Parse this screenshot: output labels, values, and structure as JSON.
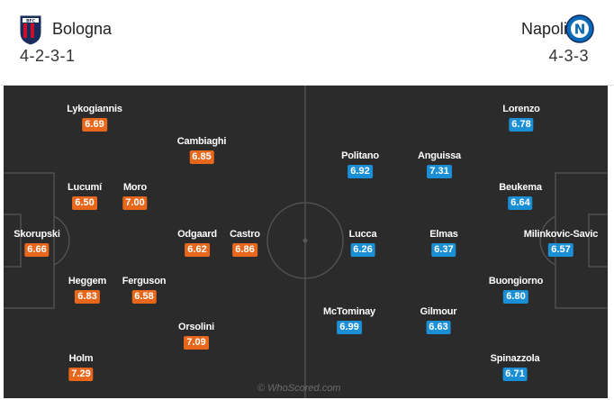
{
  "home": {
    "name": "Bologna",
    "formation": "4-2-3-1",
    "crest": "bologna-crest-icon",
    "color": "#e8671b",
    "players": [
      {
        "name": "Lykogiannis",
        "rating": "6.69"
      },
      {
        "name": "Cambiaghi",
        "rating": "6.85"
      },
      {
        "name": "Lucumí",
        "rating": "6.50"
      },
      {
        "name": "Moro",
        "rating": "7.00"
      },
      {
        "name": "Skorupski",
        "rating": "6.66"
      },
      {
        "name": "Odgaard",
        "rating": "6.62"
      },
      {
        "name": "Castro",
        "rating": "6.86"
      },
      {
        "name": "Heggem",
        "rating": "6.83"
      },
      {
        "name": "Ferguson",
        "rating": "6.58"
      },
      {
        "name": "Orsolini",
        "rating": "7.09"
      },
      {
        "name": "Holm",
        "rating": "7.29"
      }
    ]
  },
  "away": {
    "name": "Napoli",
    "formation": "4-3-3",
    "crest": "napoli-crest-icon",
    "color": "#1b8fd6",
    "players": [
      {
        "name": "Lorenzo",
        "rating": "6.78"
      },
      {
        "name": "Politano",
        "rating": "6.92"
      },
      {
        "name": "Anguissa",
        "rating": "7.31"
      },
      {
        "name": "Beukema",
        "rating": "6.64"
      },
      {
        "name": "Lucca",
        "rating": "6.26"
      },
      {
        "name": "Elmas",
        "rating": "6.37"
      },
      {
        "name": "Milinkovic-Savic",
        "rating": "6.57"
      },
      {
        "name": "Buongiorno",
        "rating": "6.80"
      },
      {
        "name": "McTominay",
        "rating": "6.99"
      },
      {
        "name": "Gilmour",
        "rating": "6.63"
      },
      {
        "name": "Spinazzola",
        "rating": "6.71"
      }
    ]
  },
  "watermark": "© WhoScored.com",
  "pitch_color": "#2b2b2b"
}
